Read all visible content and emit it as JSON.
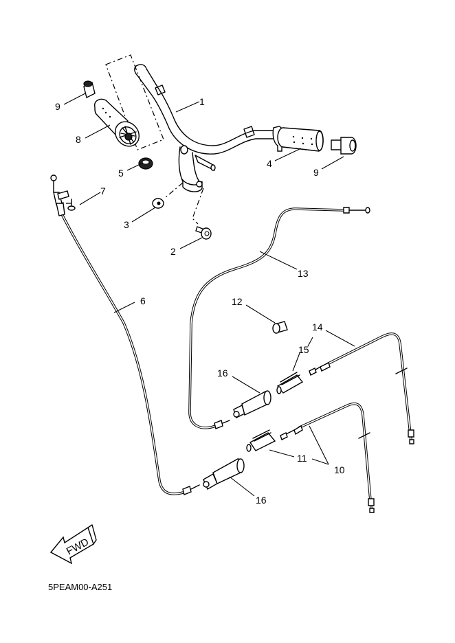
{
  "diagram": {
    "title": "Steering handle and cable exploded parts diagram",
    "drawing_code": "5PEAM00-A251",
    "direction_arrow_label": "FWD",
    "callouts": [
      {
        "number": "1",
        "part": "handlebar"
      },
      {
        "number": "2",
        "part": "bolt"
      },
      {
        "number": "3",
        "part": "nut"
      },
      {
        "number": "4",
        "part": "throttle-grip"
      },
      {
        "number": "5",
        "part": "cap"
      },
      {
        "number": "6",
        "part": "throttle-cable"
      },
      {
        "number": "7",
        "part": "screw"
      },
      {
        "number": "8",
        "part": "left-grip"
      },
      {
        "number": "9",
        "part": "bar-end-weight"
      },
      {
        "number": "9",
        "part": "bar-end-weight"
      },
      {
        "number": "10",
        "part": "brake-cable-assembly"
      },
      {
        "number": "11",
        "part": "cable-joint"
      },
      {
        "number": "12",
        "part": "collar"
      },
      {
        "number": "13",
        "part": "cable"
      },
      {
        "number": "14",
        "part": "brake-cable-assembly"
      },
      {
        "number": "15",
        "part": "cable-joint"
      },
      {
        "number": "16",
        "part": "cable-cover"
      },
      {
        "number": "16",
        "part": "cable-cover"
      }
    ]
  }
}
